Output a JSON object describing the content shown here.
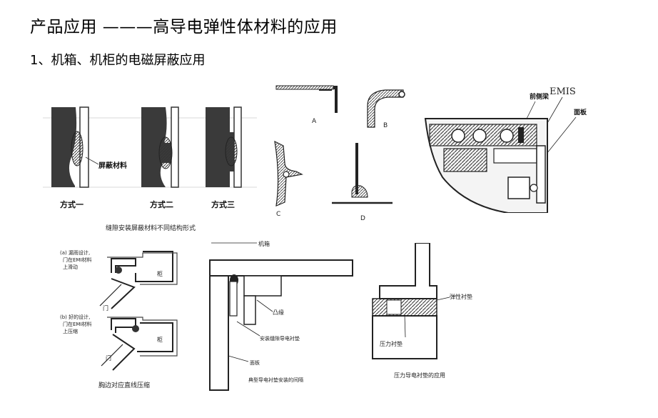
{
  "title": "产品应用 ———高导电弹性体材料的应用",
  "subtitle": "1、机箱、机柜的电磁屏蔽应用",
  "fig1": {
    "material_label": "屏蔽材料",
    "method_labels": [
      "方式一",
      "方式二",
      "方式三"
    ],
    "caption": "缝隙安装屏蔽材料不同结构形式"
  },
  "fig2": {
    "labels": [
      "A",
      "B",
      "C",
      "D"
    ]
  },
  "fig3": {
    "label_emis": "EMIS",
    "label_front": "前侧梁",
    "label_panel": "面板"
  },
  "fig4": {
    "note_a": [
      "(a) 漏雨设计,",
      "门在EMI材料",
      "上滑动"
    ],
    "note_b": [
      "(b) 好的设计,",
      "门在EMI材料",
      "上压缩"
    ],
    "label_door": "门",
    "label_frame": "柜",
    "caption": "胸边对应直线压缩"
  },
  "fig5": {
    "label_top": "机箱",
    "label_boss": "凸缘",
    "label_gasket": "安装缝隙导电衬垫",
    "label_panel": "面板",
    "caption": "典型导电衬垫安装的间隔"
  },
  "fig6": {
    "label_gasket": "弹性衬垫",
    "label_press": "压力衬垫",
    "caption": "压力导电衬垫的应用"
  }
}
